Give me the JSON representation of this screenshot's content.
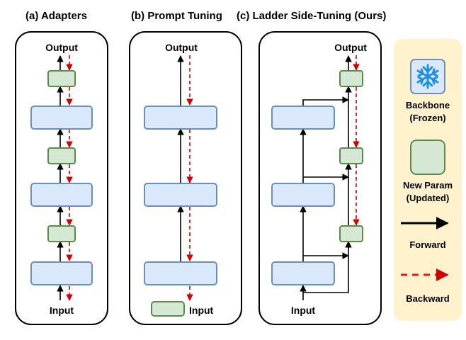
{
  "panels": {
    "adapters": {
      "title": "(a) Adapters",
      "output": "Output",
      "input": "Input"
    },
    "prompt": {
      "title": "(b) Prompt Tuning",
      "output": "Output",
      "input": "Input"
    },
    "ladder": {
      "title": "(c) Ladder Side-Tuning (Ours)",
      "output": "Output",
      "input": "Input"
    }
  },
  "legend": {
    "backbone_line1": "Backbone",
    "backbone_line2": "(Frozen)",
    "param_line1": "New Param",
    "param_line2": "(Updated)",
    "forward": "Forward",
    "backward": "Backward",
    "icon_name": "snowflake-icon"
  },
  "colors": {
    "backbone_fill": "#dae8fc",
    "backbone_stroke": "#6c8ebf",
    "param_fill": "#d5e8d4",
    "param_stroke": "#5b8a4a",
    "backward": "#d00000",
    "legend_bg": "#fff2cc"
  }
}
